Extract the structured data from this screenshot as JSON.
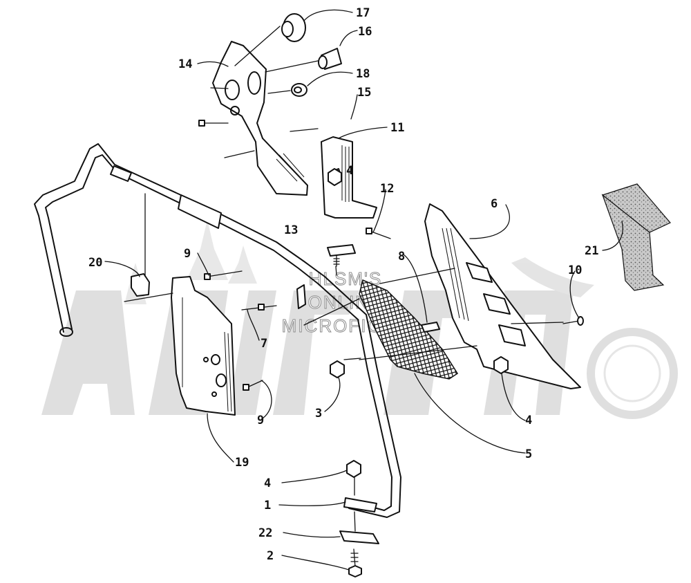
{
  "watermark": {
    "lines": [
      "HLSM'S",
      "ONLINE",
      "MICROFICHE"
    ],
    "logo_name": "arctic-cat-logo-watermark"
  },
  "labels": [
    {
      "text": "17",
      "part": "grommet"
    },
    {
      "text": "16",
      "part": "bushing"
    },
    {
      "text": "14",
      "part": "left-mount-plate"
    },
    {
      "text": "18",
      "part": "grommet-small"
    },
    {
      "text": "15",
      "part": "rivet"
    },
    {
      "text": "11",
      "part": "bracket"
    },
    {
      "text": "4",
      "part": "nut"
    },
    {
      "text": "12",
      "part": "rivet"
    },
    {
      "text": "6",
      "part": "right-side-plate"
    },
    {
      "text": "13",
      "part": "bolt-bracket"
    },
    {
      "text": "21",
      "part": "foam-pad"
    },
    {
      "text": "10",
      "part": "screw"
    },
    {
      "text": "20",
      "part": "clip"
    },
    {
      "text": "9",
      "part": "rivet"
    },
    {
      "text": "8",
      "part": "spacer"
    },
    {
      "text": "7",
      "part": "rivet"
    },
    {
      "text": "9",
      "part": "rivet"
    },
    {
      "text": "3",
      "part": "nut"
    },
    {
      "text": "4",
      "part": "nut"
    },
    {
      "text": "5",
      "part": "mesh-screen"
    },
    {
      "text": "19",
      "part": "left-side-plate"
    },
    {
      "text": "4",
      "part": "nut"
    },
    {
      "text": "1",
      "part": "bumper-bar"
    },
    {
      "text": "22",
      "part": "clip-plate"
    },
    {
      "text": "2",
      "part": "bolt"
    }
  ],
  "colors": {
    "ink": "#111111",
    "watermark": "#d4d4d4",
    "foam": "#9a9a9a"
  }
}
